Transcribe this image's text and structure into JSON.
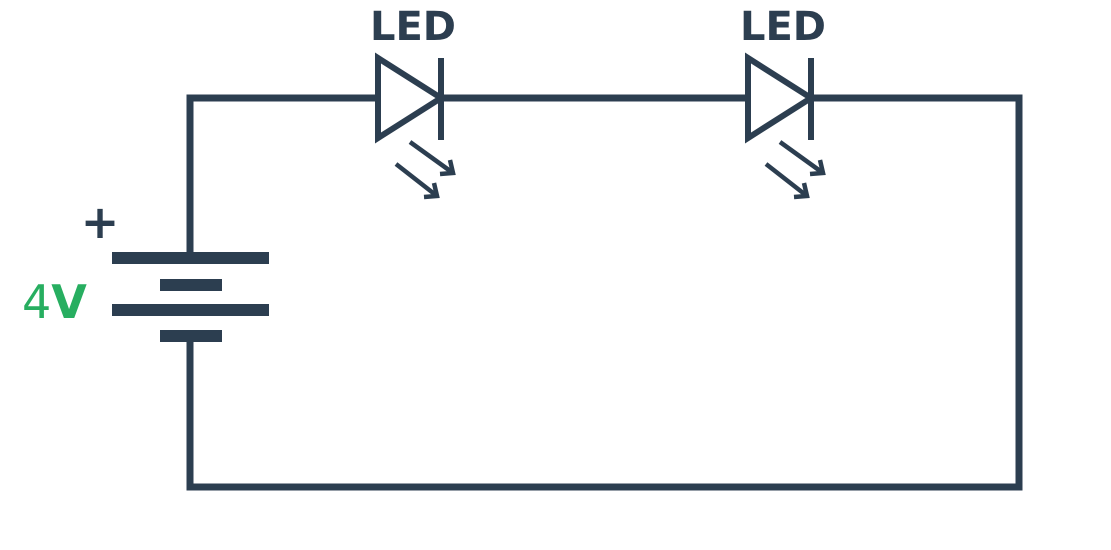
{
  "colors": {
    "wire": "#2c3e50",
    "voltage_label": "#27ae60",
    "background": "#ffffff"
  },
  "diagram": {
    "led1": {
      "label": "LED",
      "icon": "led-diode-icon"
    },
    "led2": {
      "label": "LED",
      "icon": "led-diode-icon"
    },
    "battery": {
      "icon": "battery-icon",
      "polarity": "+",
      "voltage_value": "4",
      "voltage_unit": "V"
    }
  }
}
